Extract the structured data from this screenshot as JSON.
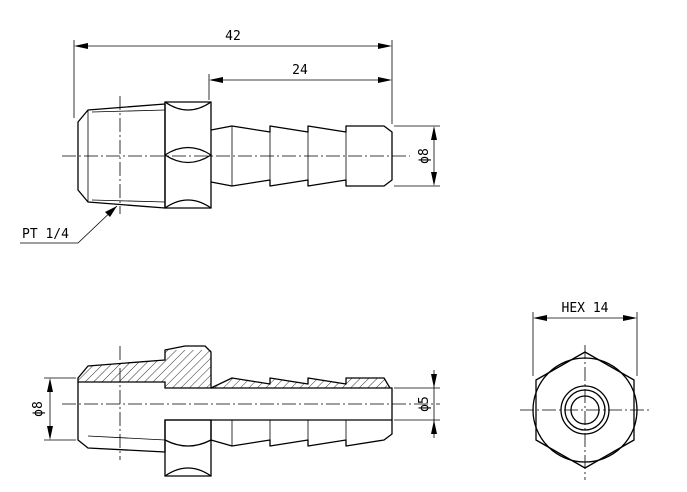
{
  "top_view": {
    "dim_overall": "42",
    "dim_barb": "24",
    "dim_barb_diameter": "ϕ8",
    "thread_callout": "PT 1/4"
  },
  "section_view": {
    "dim_left_diameter": "ϕ8",
    "dim_bore_diameter": "ϕ5"
  },
  "end_view": {
    "hex_callout": "HEX 14"
  }
}
